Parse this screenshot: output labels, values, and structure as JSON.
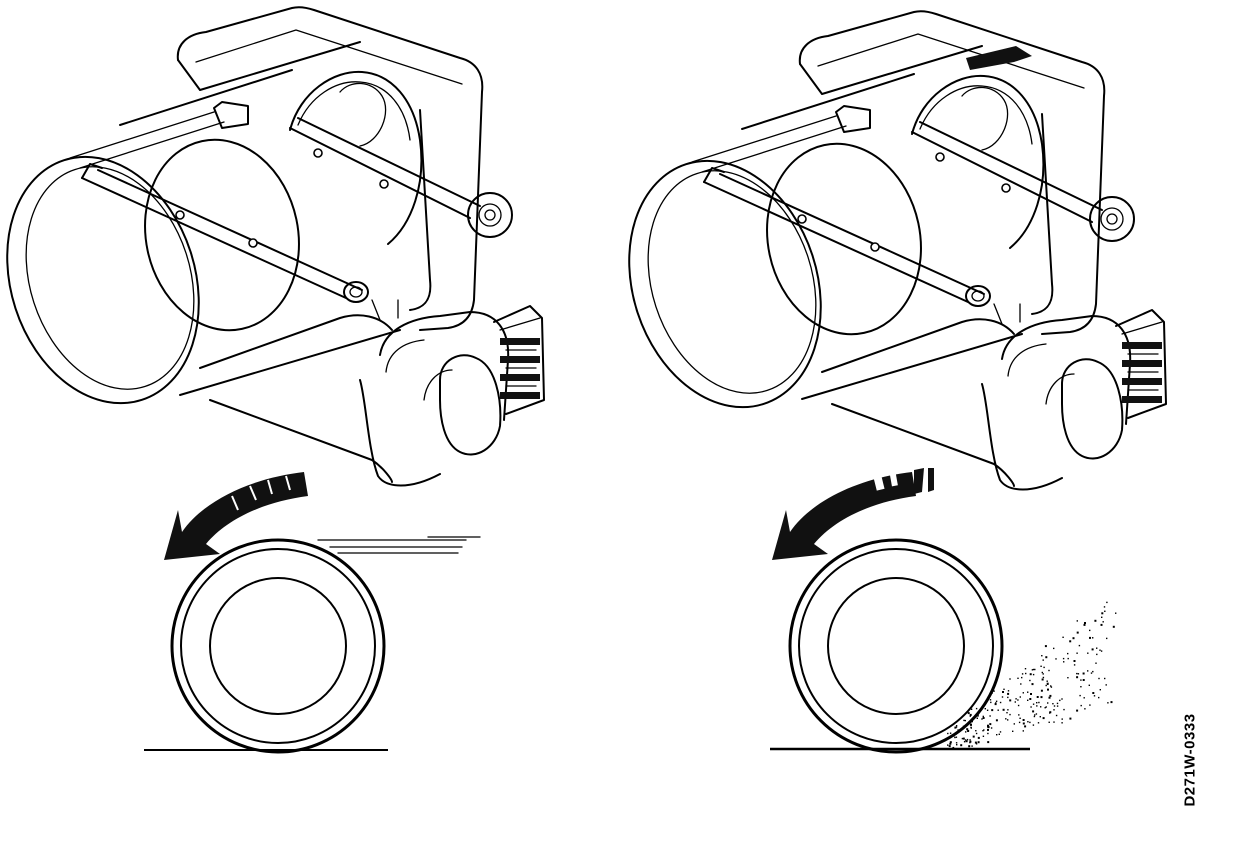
{
  "figure": {
    "code": "D271W-0333",
    "colors": {
      "ink": "#000000",
      "paper": "#ffffff"
    },
    "panels": [
      {
        "side": "left",
        "subject": "throttle-body",
        "wheel_state": "rolling",
        "arrow": "counterclockwise"
      },
      {
        "side": "right",
        "subject": "throttle-body",
        "wheel_state": "spinning",
        "arrow": "counterclockwise"
      }
    ]
  }
}
